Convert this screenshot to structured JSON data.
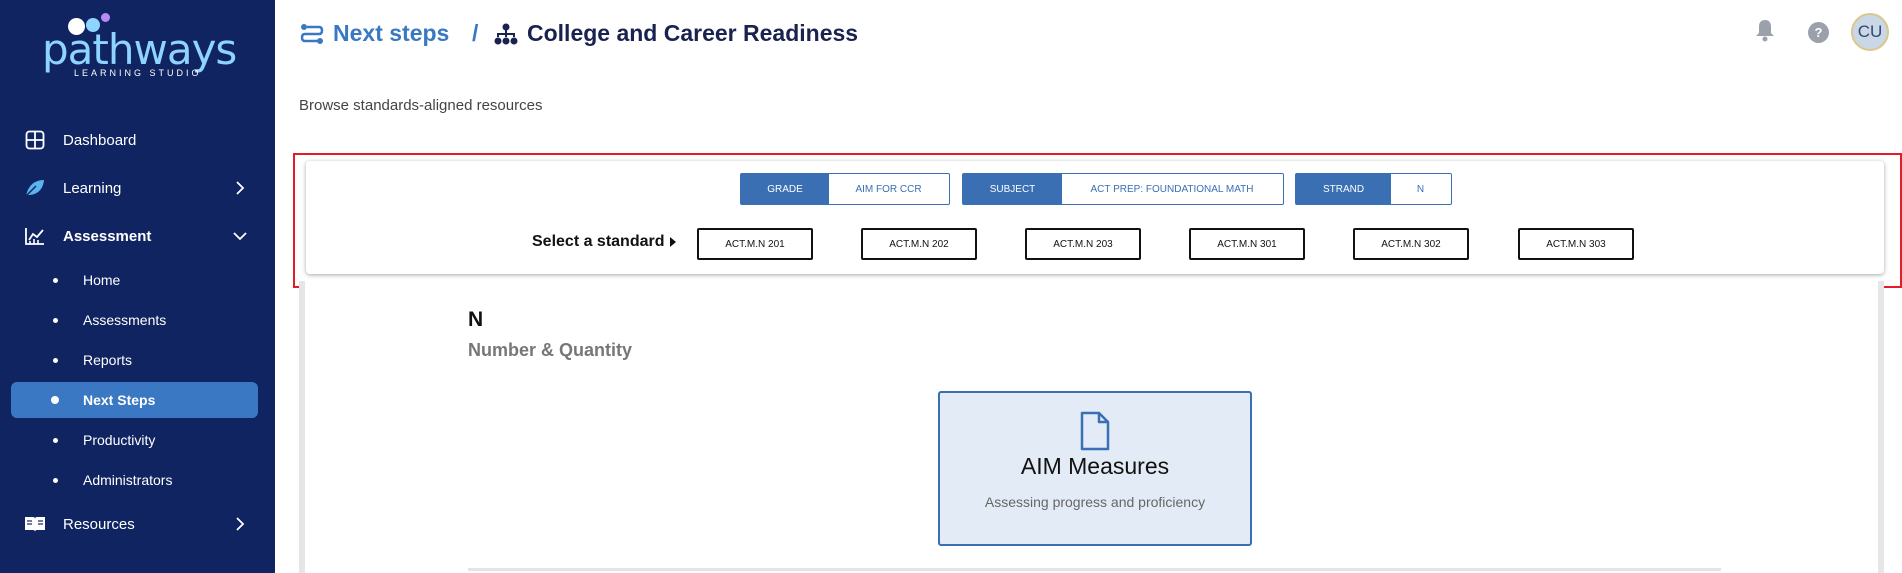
{
  "brand": {
    "logo_text": "pathways",
    "logo_subtitle": "LEARNING STUDIO",
    "dot_colors": [
      "#ffffff",
      "#8fd3ff",
      "#b78cf2"
    ]
  },
  "sidebar": {
    "items": [
      {
        "label": "Dashboard",
        "icon": "dashboard-icon"
      },
      {
        "label": "Learning",
        "icon": "leaf-icon",
        "chevron": "chevron-right-icon"
      },
      {
        "label": "Assessment",
        "icon": "chart-icon",
        "chevron": "chevron-down-icon"
      },
      {
        "label": "Resources",
        "icon": "book-icon",
        "chevron": "chevron-right-icon"
      }
    ],
    "assessment_subitems": [
      {
        "label": "Home"
      },
      {
        "label": "Assessments"
      },
      {
        "label": "Reports"
      },
      {
        "label": "Next Steps",
        "active": true
      },
      {
        "label": "Productivity"
      },
      {
        "label": "Administrators"
      }
    ]
  },
  "header": {
    "breadcrumb_1": "Next steps",
    "separator": "/",
    "breadcrumb_2": "College and Career Readiness",
    "help_glyph": "?",
    "avatar_initials": "CU"
  },
  "page": {
    "description": "Browse standards-aligned resources"
  },
  "filters": {
    "grade": {
      "key": "GRADE",
      "value": "AIM FOR CCR"
    },
    "subject": {
      "key": "SUBJECT",
      "value": "ACT PREP: FOUNDATIONAL MATH"
    },
    "strand": {
      "key": "STRAND",
      "value": "N"
    },
    "select_label": "Select a standard",
    "standards": [
      "ACT.M.N 201",
      "ACT.M.N 202",
      "ACT.M.N 203",
      "ACT.M.N 301",
      "ACT.M.N 302",
      "ACT.M.N 303"
    ]
  },
  "content": {
    "strand_code": "N",
    "strand_name": "Number & Quantity",
    "card": {
      "title": "AIM Measures",
      "description": "Assessing progress and proficiency",
      "icon": "document-icon"
    }
  },
  "colors": {
    "sidebar_bg": "#0f2460",
    "accent": "#3a78c4",
    "highlight": "#e31c25",
    "card_bg": "#e3ecf6"
  }
}
